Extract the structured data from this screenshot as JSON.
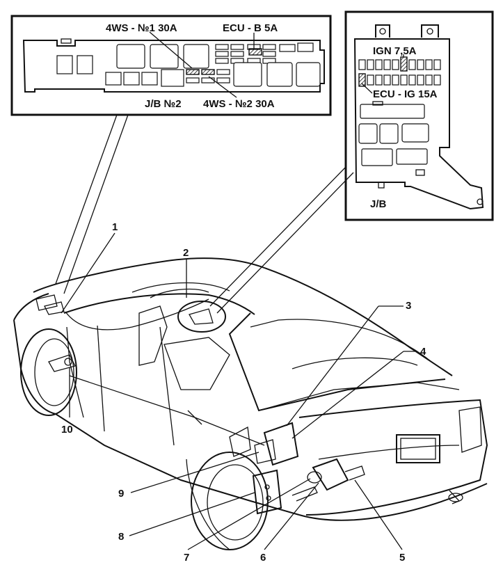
{
  "fuse_box_left": {
    "labels": {
      "fuse_4ws_no1": "4WS - №1 30A",
      "fuse_ecu_b": "ECU - B 5A",
      "jb_no2": "J/B №2",
      "fuse_4ws_no2": "4WS - №2 30A"
    }
  },
  "fuse_box_right": {
    "labels": {
      "fuse_ign": "IGN 7,5A",
      "fuse_ecu_ig": "ECU - IG 15A",
      "jb": "J/B"
    }
  },
  "callouts": [
    "1",
    "2",
    "3",
    "4",
    "5",
    "6",
    "7",
    "8",
    "9",
    "10"
  ]
}
